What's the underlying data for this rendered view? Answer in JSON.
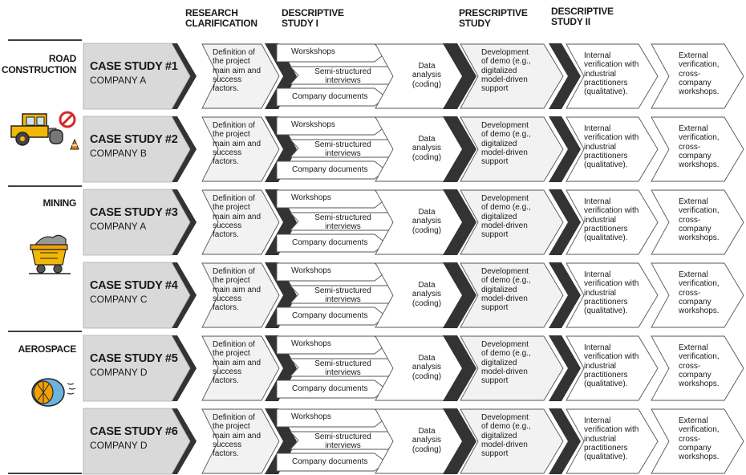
{
  "phases": [
    {
      "line1": "RESEARCH",
      "line2": "CLARIFICATION"
    },
    {
      "line1": "DESCRIPTIVE",
      "line2": "STUDY I"
    },
    {
      "line1": "PRESCRIPTIVE",
      "line2": "STUDY"
    },
    {
      "line1": "DESCRIPTIVE",
      "line2": "STUDY II"
    }
  ],
  "industries": [
    {
      "line1": "ROAD",
      "line2": "CONSTRUCTION",
      "icon": "road-roller-icon"
    },
    {
      "line1": "MINING",
      "line2": "",
      "icon": "mining-cart-icon"
    },
    {
      "line1": "AEROSPACE",
      "line2": "",
      "icon": "jet-engine-icon"
    }
  ],
  "case_studies": [
    {
      "title": "CASE STUDY #1",
      "company": "COMPANY A"
    },
    {
      "title": "CASE STUDY #2",
      "company": "COMPANY B"
    },
    {
      "title": "CASE STUDY #3",
      "company": "COMPANY A"
    },
    {
      "title": "CASE STUDY #4",
      "company": "COMPANY C"
    },
    {
      "title": "CASE STUDY #5",
      "company": "COMPANY D"
    },
    {
      "title": "CASE STUDY #6",
      "company": "COMPANY D"
    }
  ],
  "steps": {
    "definition": [
      "Definition of",
      "the project",
      "main aim and",
      "success",
      "factors."
    ],
    "workshops": "Worskshops",
    "workshops_alt": "Workshops",
    "interviews": [
      "Semi-structured",
      "interviews"
    ],
    "documents": "Company documents",
    "analysis": [
      "Data",
      "analysis",
      "(coding)"
    ],
    "demo": [
      "Development",
      "of demo (e.g.,",
      "digitalized",
      "model-driven",
      "support"
    ],
    "internal": [
      "Internal",
      "verification with",
      "industrial",
      "practitioners",
      "(qualitative)."
    ],
    "external": [
      "External",
      "verification,",
      "cross-",
      "company",
      "workshops."
    ]
  },
  "row_workshop_keys": [
    "workshops",
    "workshops",
    "workshops_alt",
    "workshops_alt",
    "workshops_alt",
    "workshops_alt"
  ],
  "colors": {
    "case_fill": "#d9d9d9",
    "cell_fill": "#f2f2f2",
    "chevron_shadow": "#333333",
    "outline": "#555555",
    "rule": "#000000"
  }
}
